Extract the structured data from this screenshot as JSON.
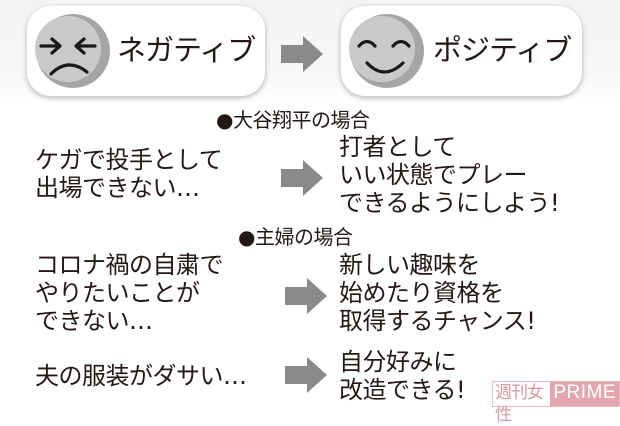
{
  "header": {
    "negative": {
      "label": "ネガティブ",
      "icon": "frowning-face-icon"
    },
    "positive": {
      "label": "ポジティブ",
      "icon": "smiling-face-icon"
    },
    "arrow_icon": "right-arrow-icon"
  },
  "sections": [
    {
      "heading": "●大谷翔平の場合",
      "rows": [
        {
          "negative": [
            "ケガで投手として",
            "出場できない…"
          ],
          "positive": [
            "打者として",
            "いい状態でプレー",
            "できるようにしよう!"
          ]
        }
      ]
    },
    {
      "heading": "●主婦の場合",
      "rows": [
        {
          "negative": [
            "コロナ禍の自粛で",
            "やりたいことが",
            "できない…"
          ],
          "positive": [
            "新しい趣味を",
            "始めたり資格を",
            "取得するチャンス!"
          ]
        },
        {
          "negative": [
            "夫の服装がダサい…"
          ],
          "positive": [
            "自分好みに",
            "改造できる!"
          ]
        }
      ]
    }
  ],
  "logo": {
    "jp": "週刊女性",
    "en": "PRIME"
  },
  "colors": {
    "text": "#231815",
    "arrow": "#8a8a8a",
    "face_light": "#c8c8c8",
    "face_shadow": "#a5a5a5",
    "logo_pink": "#e3a6b0"
  }
}
